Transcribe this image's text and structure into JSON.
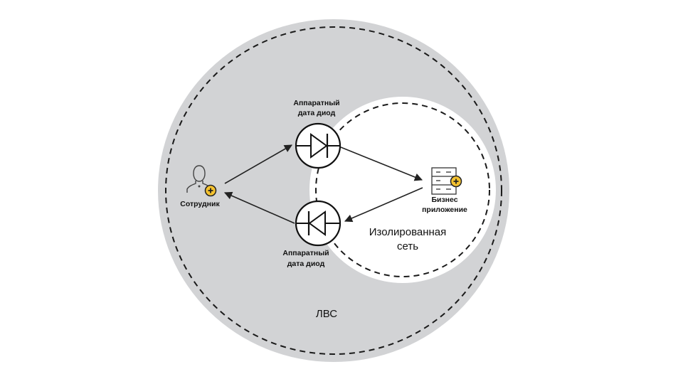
{
  "diagram": {
    "zones": {
      "lan": {
        "label": "ЛВС",
        "fill": "#d2d3d5"
      },
      "isolated": {
        "label_line1": "Изолированная",
        "label_line2": "сеть",
        "fill": "#ffffff"
      }
    },
    "nodes": {
      "employee": {
        "label": "Сотрудник",
        "badge_color": "#f5c22f"
      },
      "diode_top": {
        "label_line1": "Аппаратный",
        "label_line2": "дата диод",
        "direction": "right"
      },
      "diode_bottom": {
        "label_line1": "Аппаратный",
        "label_line2": "дата диод",
        "direction": "left"
      },
      "business_app": {
        "label_line1": "Бизнес",
        "label_line2": "приложение",
        "badge_color": "#f5c22f"
      }
    },
    "edges": [
      {
        "from": "employee",
        "to": "diode_top"
      },
      {
        "from": "diode_top",
        "to": "business_app"
      },
      {
        "from": "business_app",
        "to": "diode_bottom"
      },
      {
        "from": "diode_bottom",
        "to": "employee"
      }
    ],
    "colors": {
      "line": "#222222",
      "dash": "#1a1a1a"
    }
  }
}
